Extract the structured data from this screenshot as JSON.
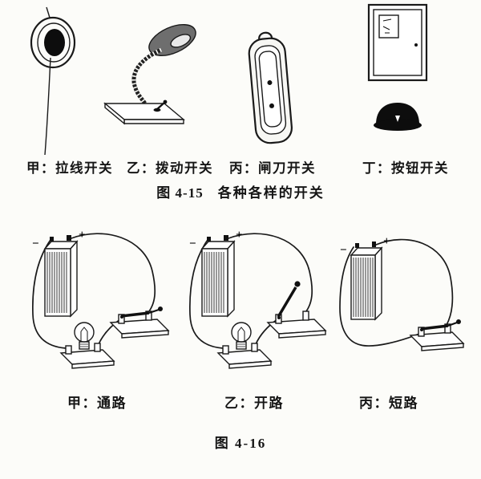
{
  "figure15": {
    "labels": [
      "甲：拉线开关",
      "乙：拨动开关",
      "丙：闸刀开关",
      "丁：按钮开关"
    ],
    "caption_number": "图 4-15",
    "caption_title": "各种各样的开关"
  },
  "figure16": {
    "labels": [
      "甲：通路",
      "乙：开路",
      "丙：短路"
    ],
    "caption": "图 4-16",
    "battery_plus": "+",
    "battery_minus": "−"
  }
}
